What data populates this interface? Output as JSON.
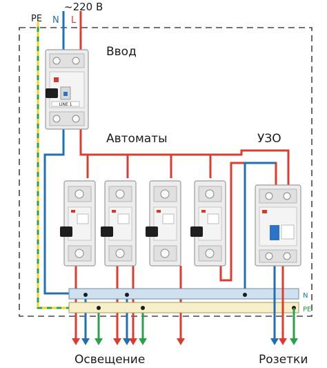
{
  "supply": {
    "voltage_label": "~220 В",
    "pe_label": "PE",
    "n_label": "N",
    "l_label": "L"
  },
  "labels": {
    "input": "Ввод",
    "breakers": "Автоматы",
    "rcd": "УЗО",
    "lighting": "Освещение",
    "sockets": "Розетки"
  },
  "buses": {
    "n_label": "N",
    "pe_label": "PE"
  },
  "devices": {
    "main_breaker_tag": "LINE 1"
  },
  "colors": {
    "phase": "#e03a2f",
    "neutral": "#1f6fb4",
    "earth_green": "#2aa04a",
    "earth_yellow": "#f2d21b",
    "enclosure": "#444444",
    "device_body": "#ededed",
    "device_outline": "#9a9a9a",
    "n_bus": "#cfe0ef",
    "pe_bus": "#f6efc9",
    "rcd_test_button": "#2d73c8"
  }
}
